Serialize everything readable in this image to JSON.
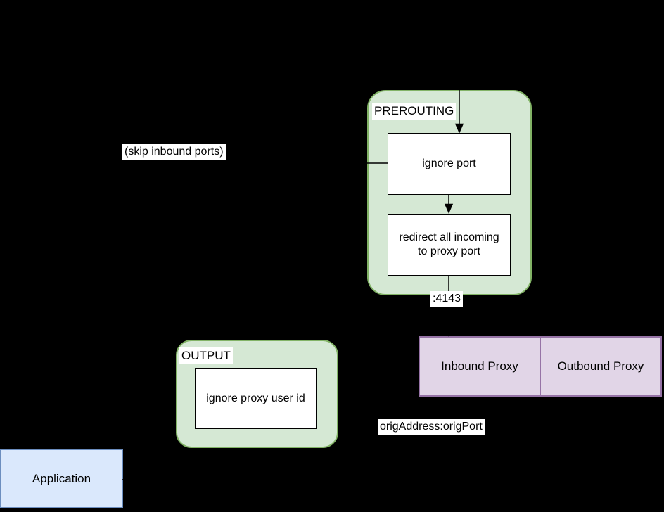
{
  "diagram": {
    "background_color": "#000000",
    "chains": {
      "prerouting": {
        "title": "PREROUTING",
        "fill": "#d5e8d4",
        "stroke": "#82b366",
        "rules": [
          {
            "label": "ignore port"
          },
          {
            "label": "redirect all incoming to proxy port"
          }
        ]
      },
      "output": {
        "title": "OUTPUT",
        "fill": "#d5e8d4",
        "stroke": "#82b366",
        "rules": [
          {
            "label": "ignore proxy user id"
          }
        ]
      }
    },
    "proxies": {
      "fill": "#e1d5e7",
      "stroke": "#9673a6",
      "items": [
        {
          "label": "Inbound Proxy"
        },
        {
          "label": "Outbound Proxy"
        }
      ]
    },
    "application": {
      "label": "Application",
      "fill": "#dae8fc",
      "stroke": "#6c8ebf"
    },
    "edge_labels": {
      "skip_inbound_ports": "(skip inbound ports)",
      "proxy_port": ":4143",
      "orig_destination": "origAddress:origPort"
    },
    "line_color": "#000000"
  }
}
